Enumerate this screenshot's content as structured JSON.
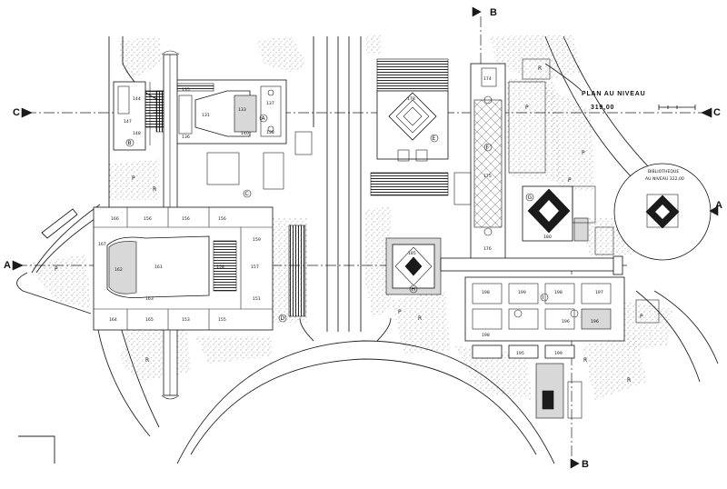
{
  "plan_title": {
    "line1": "PLAN AU NIVEAU",
    "line2": "319,00"
  },
  "inset": {
    "line1": "BIBLIOTHEQUE",
    "line2": "AU NIVEAU 322,00"
  },
  "section_markers": {
    "b_top": "B",
    "b_bottom": "B",
    "c_left": "C",
    "c_right": "C",
    "a_left": "A",
    "a_right": "A"
  },
  "zone_letters": [
    "A",
    "B",
    "C",
    "D",
    "E",
    "F",
    "G",
    "H",
    "I"
  ],
  "parking_marks": [
    "P",
    "P",
    "P",
    "P",
    "P",
    "P",
    "P"
  ],
  "service_marks": [
    "R",
    "R",
    "R",
    "R",
    "R",
    "R"
  ],
  "room_numbers": {
    "theatre_a": [
      "131",
      "133",
      "137",
      "138",
      "140",
      "135",
      "136"
    ],
    "zone_b": [
      "147",
      "144",
      "148"
    ],
    "hall_d": [
      "166",
      "156",
      "156",
      "156",
      "167",
      "162",
      "161",
      "158",
      "157",
      "163",
      "164",
      "165",
      "153",
      "155",
      "159",
      "151"
    ],
    "zone_e": [
      "178"
    ],
    "zone_f": [
      "174",
      "175",
      "176"
    ],
    "zone_g": [
      "180"
    ],
    "zone_h": [
      "185"
    ],
    "zone_i": [
      "198",
      "199",
      "198",
      "196",
      "195",
      "196",
      "198",
      "199",
      "197"
    ]
  },
  "colors": {
    "ink": "#111111",
    "paper": "#ffffff"
  }
}
